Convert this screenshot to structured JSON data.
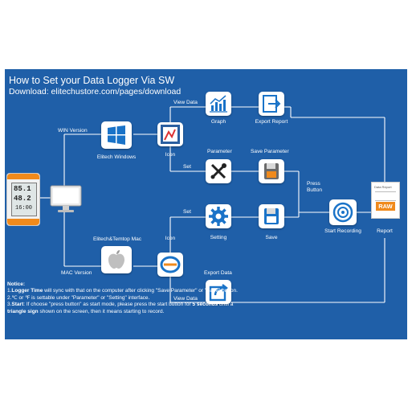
{
  "header": {
    "title": "How to Set your Data Logger Via SW",
    "download": "Download: elitechustore.com/pages/download"
  },
  "labels": {
    "win_version": "WIN Version",
    "elitech_windows": "Elitech Windows",
    "icon_win": "Icon",
    "view_data_top": "View Data",
    "graph": "Graph",
    "export_report": "Export Report",
    "parameter": "Parameter",
    "save_parameter": "Save Parameter",
    "set_top": "Set",
    "press_button": "Press Button",
    "start_recording": "Start Recording",
    "report": "Report",
    "set_bottom": "Set",
    "setting": "Setting",
    "save": "Save",
    "elitech_temtop_mac": "Elitech&Temtop Mac",
    "icon_mac": "Icon",
    "mac_version": "MAC Version",
    "export_data": "Export Data",
    "view_data_bottom": "View Data"
  },
  "device": {
    "line1": "85.1",
    "line2": "48.2",
    "line3": "16:00"
  },
  "notice": {
    "heading": "Notice:",
    "n1_prefix": "1.",
    "n1_bold": "Logger Time",
    "n1_text": " will sync with that on the computer after clicking \"Save Parameter\" or \"Save\" button.",
    "n2_text": "2.℃ or ℉ is settable under \"Parameter\" or \"Setting\" interface.",
    "n3_prefix": "3.",
    "n3_bold1": "Start",
    "n3_text1": ": If choose \"press button\" as start mode, please press the start button for ",
    "n3_bold2": "5 seconds",
    "n3_text2": " until a ",
    "n3_bold3": "triangle sign",
    "n3_text3": " shown on the screen, then it means starting to record."
  },
  "report_tile": {
    "badge": "RAW",
    "small": "Data Report"
  },
  "colors": {
    "panel": "#1f5fa8",
    "accent": "#1a73c8",
    "orange": "#f08a1c",
    "tile": "#ffffff"
  }
}
